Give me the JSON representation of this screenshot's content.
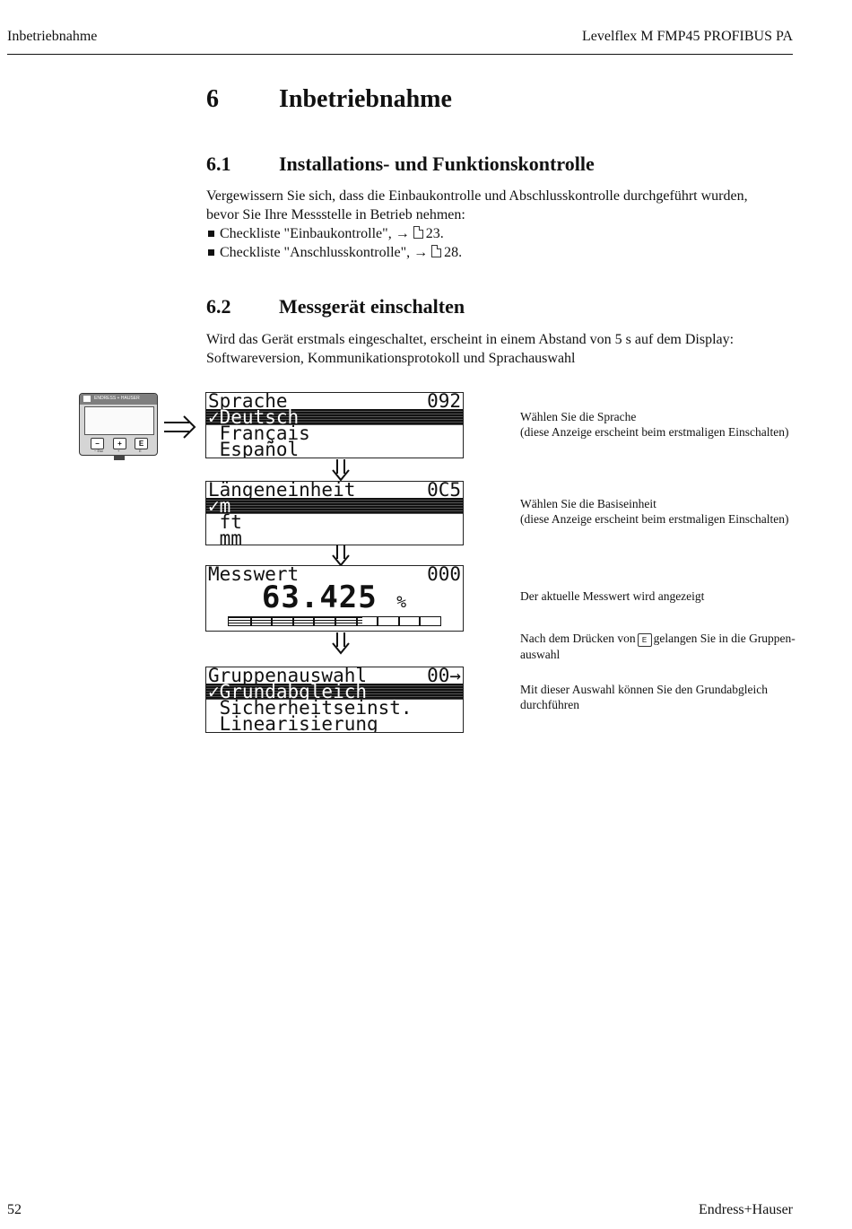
{
  "header": {
    "left": "Inbetriebnahme",
    "right": "Levelflex M FMP45 PROFIBUS PA"
  },
  "footer": {
    "page": "52",
    "company": "Endress+Hauser"
  },
  "chapter": {
    "num": "6",
    "title": "Inbetriebnahme"
  },
  "s61": {
    "num": "6.1",
    "title": "Installations- und Funktionskontrolle",
    "intro_1": "Vergewissern Sie sich, dass die Einbaukontrolle und Abschlusskontrolle durchgeführt wurden,",
    "intro_2": "bevor Sie Ihre Messstelle in Betrieb nehmen:",
    "bullets": [
      {
        "text": "Checkliste \"Einbaukontrolle\", →",
        "page": "23."
      },
      {
        "text": "Checkliste \"Anschlusskontrolle\", →",
        "page": "28."
      }
    ]
  },
  "s62": {
    "num": "6.2",
    "title": "Messgerät einschalten",
    "intro_1": "Wird das Gerät erstmals eingeschaltet, erscheint in einem Abstand von 5 s auf dem Display:",
    "intro_2": "Softwareversion, Kommunikationsprotokoll und Sprachauswahl"
  },
  "device": {
    "brand": "ENDRESS + HAUSER",
    "keys": [
      "−",
      "+",
      "E"
    ],
    "key_labels": [
      "− Esc",
      "+",
      "E"
    ]
  },
  "screens": [
    {
      "title": "Sprache",
      "code": "092",
      "rows": [
        "✓Deutsch",
        " Français",
        " Español"
      ],
      "selected": 0
    },
    {
      "title": "Längeneinheit",
      "code": "0C5",
      "rows": [
        "✓m",
        " ft",
        " mm"
      ],
      "selected": 0
    },
    {
      "title": "Messwert",
      "code": "000",
      "value": "63.425",
      "unit": "%",
      "bar_fraction": 0.63
    },
    {
      "title": "Gruppenauswahl",
      "code": "00→",
      "rows": [
        "✓Grundabgleich",
        " Sicherheitseinst.",
        " Linearisierung"
      ],
      "selected": 0
    }
  ],
  "descriptions": {
    "d1_a": "Wählen Sie die Sprache",
    "d1_b": "(diese Anzeige erscheint beim erstmaligen Einschalten)",
    "d2_a": "Wählen Sie die Basiseinheit",
    "d2_b": "(diese Anzeige erscheint beim erstmaligen Einschalten)",
    "d3": "Der aktuelle Messwert wird angezeigt",
    "d4_a": "Nach dem Drücken von",
    "d4_key": "E",
    "d4_b": "gelangen Sie in die Gruppen-",
    "d4_c": "auswahl",
    "d5_a": "Mit dieser Auswahl können Sie den Grundabgleich",
    "d5_b": "durchführen"
  }
}
